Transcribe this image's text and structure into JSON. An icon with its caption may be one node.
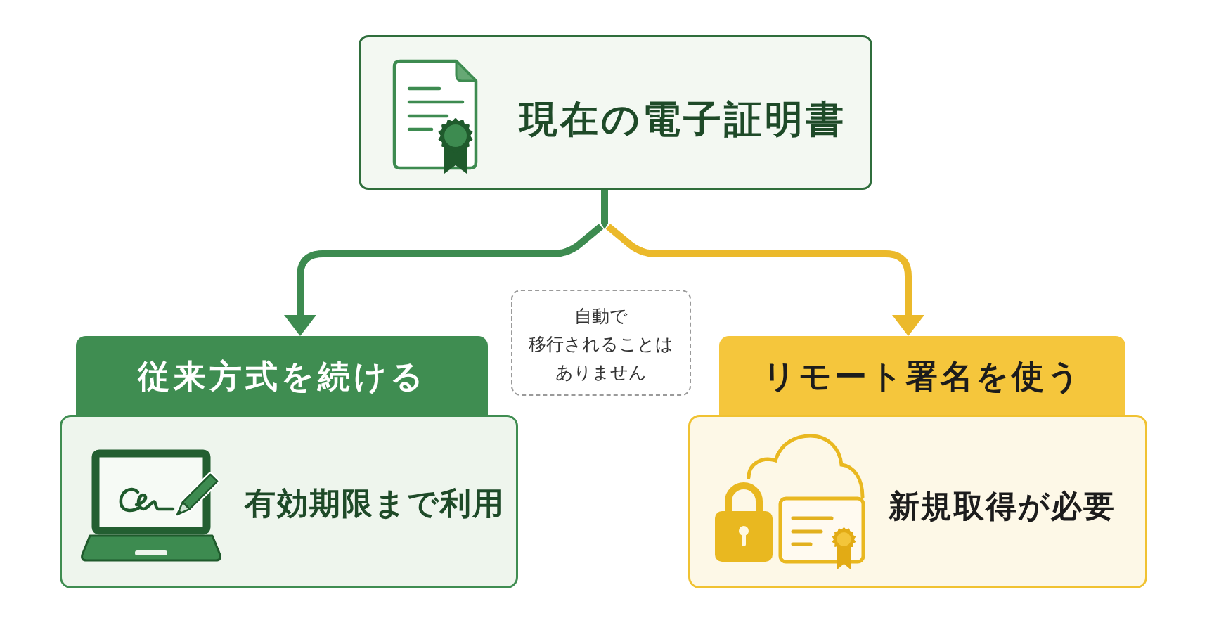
{
  "diagram": {
    "nodes": [
      {
        "text": [
          "現在の電子証明書"
        ]
      },
      {
        "text": [
          "従来方式を続ける"
        ]
      },
      {
        "text": [
          "有効期限まで利用"
        ]
      },
      {
        "text": [
          "自動で移行されることはありません"
        ]
      },
      {
        "text": [
          "リモート署名を使う"
        ]
      },
      {
        "text": [
          "新規取得が必要"
        ]
      }
    ],
    "edges": [
      {
        "from": 0,
        "to": 1,
        "arrow": "to",
        "color": "#3d8b50"
      },
      {
        "from": 0,
        "to": 4,
        "arrow": "to",
        "color": "#ebb92b"
      }
    ]
  }
}
